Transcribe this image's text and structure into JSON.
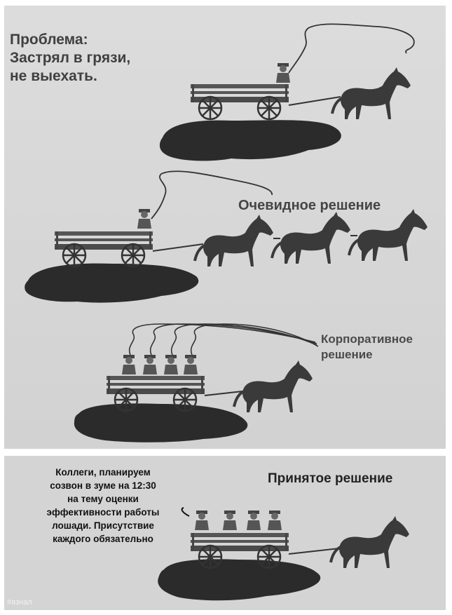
{
  "panels": {
    "problem": {
      "title": "Проблема:\nЗастрял в грязи,\nне выехать."
    },
    "obvious": {
      "label": "Очевидное решение"
    },
    "corporate": {
      "label": "Корпоративное\nрешение"
    },
    "accepted": {
      "label": "Принятое решение",
      "message": "Коллеги, планируем\nсозвон в зуме на 12:30\nна тему оценки\nэффективности работы\nлошади. Присутствие\nкаждого обязательно"
    }
  },
  "watermark": "#язнал",
  "colors": {
    "mud": "#2b2b2b",
    "horse": "#3a3a3a",
    "paper": "#d6d6d6",
    "ink": "#333333"
  }
}
